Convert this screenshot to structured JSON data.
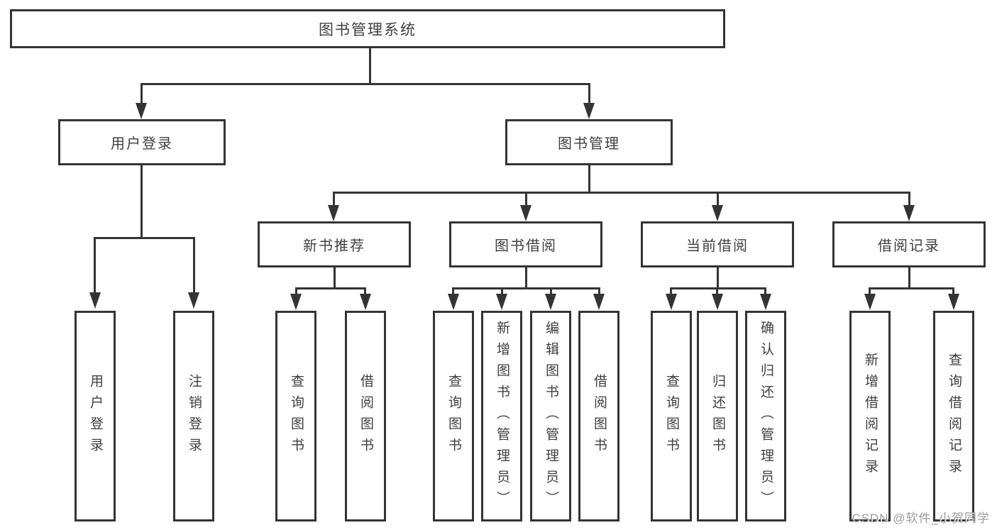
{
  "colors": {
    "line": "#343434",
    "text": "#3f3f3f",
    "background": "#ffffff",
    "watermark": "#9c9c9c"
  },
  "watermark": "CSDN @软件_小贺同学",
  "tree": {
    "label": "图书管理系统",
    "children": [
      {
        "label": "用户登录",
        "children": [
          {
            "label": "用户登录"
          },
          {
            "label": "注销登录"
          }
        ]
      },
      {
        "label": "图书管理",
        "children": [
          {
            "label": "新书推荐",
            "children": [
              {
                "label": "查询图书"
              },
              {
                "label": "借阅图书"
              }
            ]
          },
          {
            "label": "图书借阅",
            "children": [
              {
                "label": "查询图书"
              },
              {
                "label": "新增图书（管理员）"
              },
              {
                "label": "编辑图书（管理员）"
              },
              {
                "label": "借阅图书"
              }
            ]
          },
          {
            "label": "当前借阅",
            "children": [
              {
                "label": "查询图书"
              },
              {
                "label": "归还图书"
              },
              {
                "label": "确认归还（管理员）"
              }
            ]
          },
          {
            "label": "借阅记录",
            "children": [
              {
                "label": "新增借阅记录"
              },
              {
                "label": "查询借阅记录"
              }
            ]
          }
        ]
      }
    ]
  }
}
